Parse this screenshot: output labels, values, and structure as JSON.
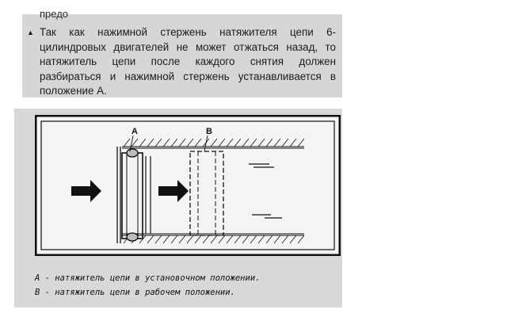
{
  "page": {
    "cut_text": "предо",
    "note_marker": "▲",
    "note_text": "Так как нажимной стержень натяжителя цепи 6-цилиндровых двигателей не может отжаться назад, то натяжитель цепи после каждого снятия должен разбираться и нажимной стержень устанавливается в положение А."
  },
  "figure": {
    "label_a": "A",
    "label_b": "B",
    "caption_a": "A - натяжитель цепи в установочном положении.",
    "caption_b": "B - натяжитель цепи в рабочем положении."
  }
}
